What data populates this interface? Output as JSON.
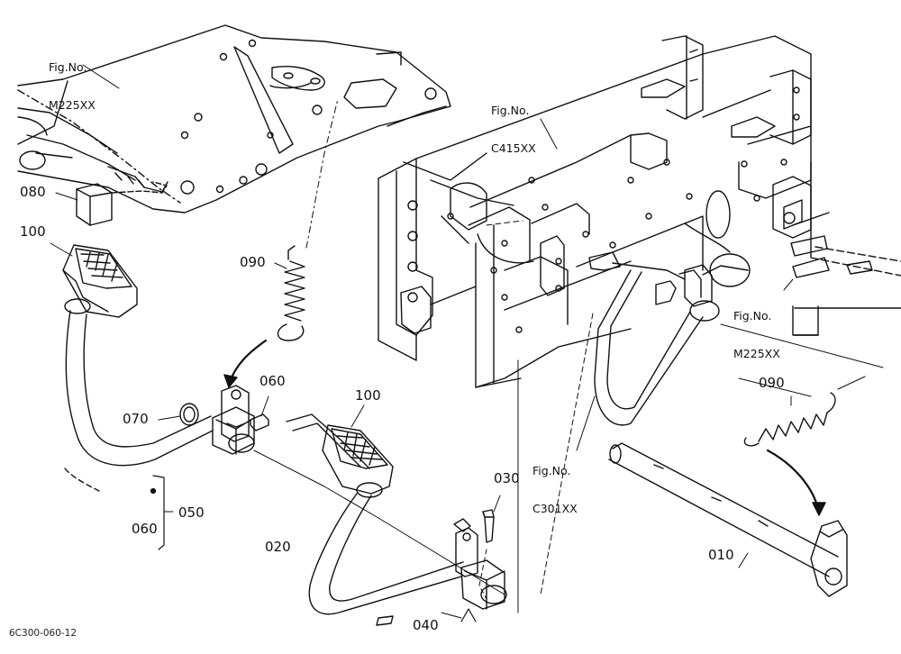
{
  "callouts": {
    "c010": "010",
    "c020": "020",
    "c030": "030",
    "c040": "040",
    "c050": "050",
    "c060_left": "060",
    "c060_mid": "060",
    "c070": "070",
    "c080": "080",
    "c090_left": "090",
    "c090_right": "090",
    "c100_left": "100",
    "c100_mid": "100"
  },
  "fig_refs": {
    "m225_top": {
      "line1": "Fig.No.",
      "line2": "M225XX"
    },
    "c415": {
      "line1": "Fig.No.",
      "line2": "C415XX"
    },
    "m225_right": {
      "line1": "Fig.No.",
      "line2": "M225XX"
    },
    "c301": {
      "line1": "Fig.No.",
      "line2": "C301XX"
    }
  },
  "diagram_code": "6C300-060-12"
}
